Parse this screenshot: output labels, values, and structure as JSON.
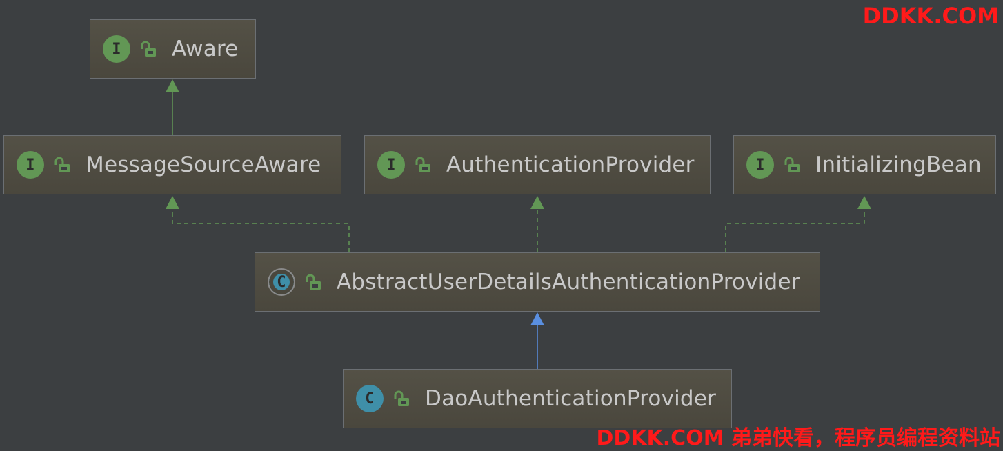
{
  "nodes": {
    "aware": {
      "label": "Aware",
      "kind": "interface",
      "badge": "I"
    },
    "message_source_aware": {
      "label": "MessageSourceAware",
      "kind": "interface",
      "badge": "I"
    },
    "authentication_provider": {
      "label": "AuthenticationProvider",
      "kind": "interface",
      "badge": "I"
    },
    "initializing_bean": {
      "label": "InitializingBean",
      "kind": "interface",
      "badge": "I"
    },
    "abstract_user_details": {
      "label": "AbstractUserDetailsAuthenticationProvider",
      "kind": "abstract-class",
      "badge": "C"
    },
    "dao_authentication_provider": {
      "label": "DaoAuthenticationProvider",
      "kind": "class",
      "badge": "C"
    }
  },
  "edges": [
    {
      "from": "message_source_aware",
      "to": "aware",
      "style": "solid",
      "color": "#629755"
    },
    {
      "from": "abstract_user_details",
      "to": "message_source_aware",
      "style": "dashed",
      "color": "#629755"
    },
    {
      "from": "abstract_user_details",
      "to": "authentication_provider",
      "style": "dashed",
      "color": "#629755"
    },
    {
      "from": "abstract_user_details",
      "to": "initializing_bean",
      "style": "dashed",
      "color": "#629755"
    },
    {
      "from": "dao_authentication_provider",
      "to": "abstract_user_details",
      "style": "solid",
      "color": "#5a8fe0"
    }
  ],
  "icons": {
    "interface_badge": "interface-icon",
    "class_badge": "class-icon",
    "access": "unlocked-icon"
  },
  "colors": {
    "background": "#3c3f41",
    "interface_badge": "#629755",
    "class_badge": "#3f8fa8",
    "watermark": "#ff1a1a"
  },
  "watermark": {
    "top": "DDKK.COM",
    "bottom": "DDKK.COM 弟弟快看，程序员编程资料站"
  }
}
